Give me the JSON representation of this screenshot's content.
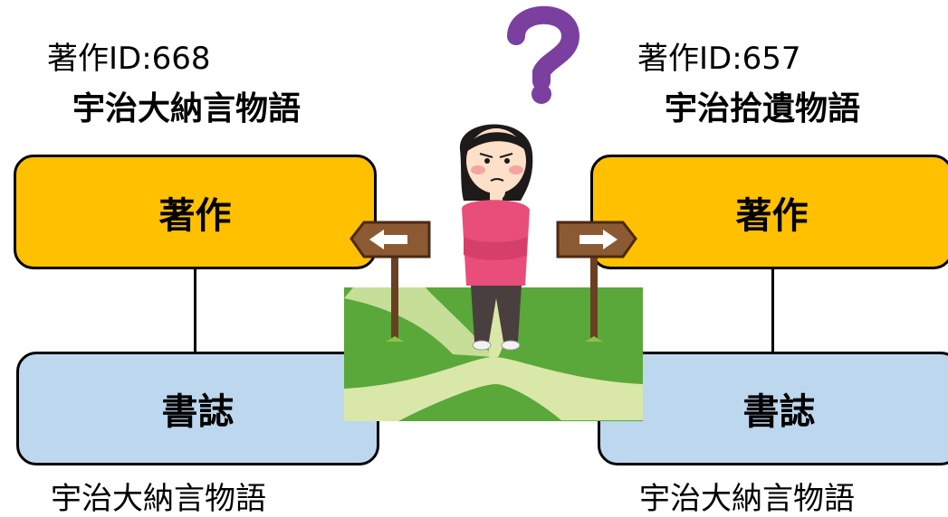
{
  "left": {
    "work_id": "著作ID:668",
    "work_title": "宇治大納言物語",
    "work_box_label": "著作",
    "biblio_box_label": "書誌",
    "biblio_caption": "宇治大納言物語"
  },
  "right": {
    "work_id": "著作ID:657",
    "work_title": "宇治拾遺物語",
    "work_box_label": "著作",
    "biblio_box_label": "書誌",
    "biblio_caption": "宇治大納言物語"
  },
  "colors": {
    "work_box": "#ffc000",
    "biblio_box": "#bdd7ee",
    "question_mark": "#7b3fa0",
    "grass": "#5aa83a",
    "path": "#d9e7a9"
  }
}
